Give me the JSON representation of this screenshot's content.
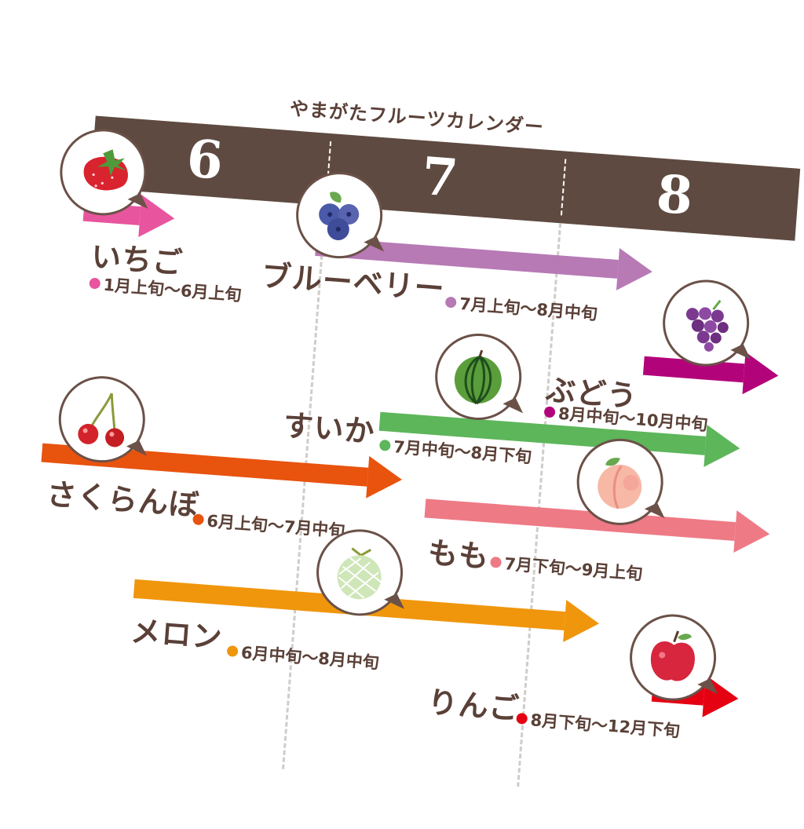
{
  "title": "やまがたフルーツカレンダー",
  "months": [
    "6",
    "7",
    "8"
  ],
  "fruits": [
    {
      "name": "いちご",
      "period": "1月上旬〜6月上旬",
      "color": "#e8559e",
      "icon": "strawberry-icon"
    },
    {
      "name": "ブルーベリー",
      "period": "7月上旬〜8月中旬",
      "color": "#b77ab5",
      "icon": "blueberry-icon"
    },
    {
      "name": "ぶどう",
      "period": "8月中旬〜10月中旬",
      "color": "#b3037a",
      "icon": "grape-icon"
    },
    {
      "name": "すいか",
      "period": "7月中旬〜8月下旬",
      "color": "#5db65a",
      "icon": "watermelon-icon"
    },
    {
      "name": "さくらんぼ",
      "period": "6月上旬〜7月中旬",
      "color": "#e8530e",
      "icon": "cherry-icon"
    },
    {
      "name": "もも",
      "period": "7月下旬〜9月上旬",
      "color": "#ee7a86",
      "icon": "peach-icon"
    },
    {
      "name": "メロン",
      "period": "6月中旬〜8月中旬",
      "color": "#f0960c",
      "icon": "melon-icon"
    },
    {
      "name": "りんご",
      "period": "8月下旬〜12月下旬",
      "color": "#e50012",
      "icon": "apple-icon"
    }
  ]
}
